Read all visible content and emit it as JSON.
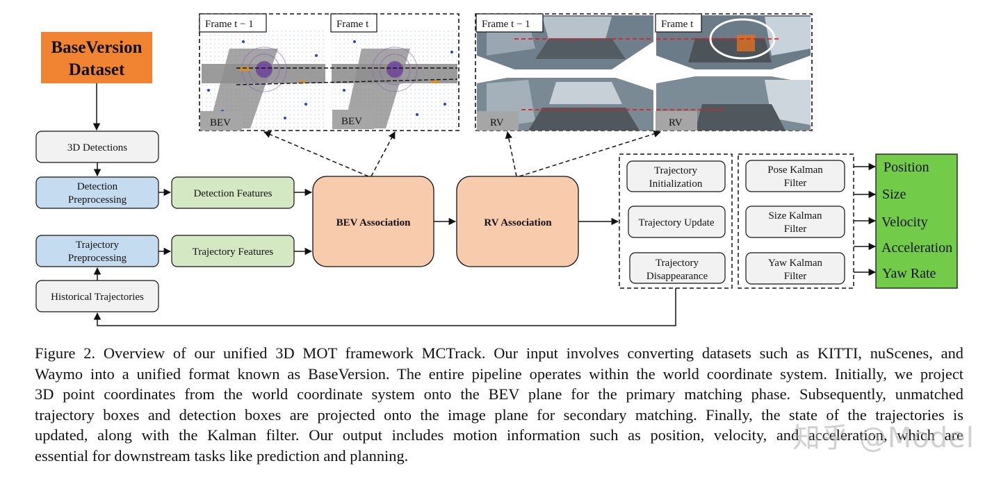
{
  "dataset_box": {
    "line1": "BaseVersion",
    "line2": "Dataset",
    "color": "#F08433"
  },
  "input_boxes": {
    "detections_3d": "3D Detections",
    "detection_pre_1": "Detection",
    "detection_pre_2": "Preprocessing",
    "trajectory_pre_1": "Trajectory",
    "trajectory_pre_2": "Preprocessing",
    "historical": "Historical Trajectories"
  },
  "features": {
    "detection": "Detection Features",
    "trajectory": "Trajectory Features",
    "color": "#D5E8C4"
  },
  "association": {
    "bev": "BEV Association",
    "rv": "RV Association",
    "color": "#F8CBAD"
  },
  "trajectory_mgmt": {
    "init_1": "Trajectory",
    "init_2": "Initialization",
    "update": "Trajectory Update",
    "disappear_1": "Trajectory",
    "disappear_2": "Disappearance"
  },
  "kalman": {
    "pose_1": "Pose Kalman",
    "pose_2": "Filter",
    "size_1": "Size Kalman",
    "size_2": "Filter",
    "yaw_1": "Yaw Kalman",
    "yaw_2": "Filter"
  },
  "outputs": {
    "items": [
      "Position",
      "Size",
      "Velocity",
      "Acceleration",
      "Yaw Rate"
    ],
    "color": "#72CC4A"
  },
  "panels": {
    "frame_prev": "Frame t − 1",
    "frame_curr": "Frame t",
    "bev_tag": "BEV",
    "rv_tag": "RV"
  },
  "colors": {
    "blue_box": "#C5DCF0",
    "gray_box": "#F2F2F2"
  },
  "caption": {
    "lines": [
      "Figure 2. Overview of our unified 3D MOT framework MCTrack. Our input involves converting datasets such as KITTI, nuScenes, and",
      "Waymo into a unified format known as BaseVersion. The entire pipeline operates within the world coordinate system. Initially, we project",
      "3D point coordinates from the world coordinate system onto the BEV plane for the primary matching phase. Subsequently, unmatched",
      "trajectory boxes and detection boxes are projected onto the image plane for secondary matching. Finally, the state of the trajectories is",
      "updated, along with the Kalman filter. Our output includes motion information such as position, velocity, and acceleration, which are",
      "essential for downstream tasks like prediction and planning."
    ]
  },
  "watermark": "知乎 @Model"
}
